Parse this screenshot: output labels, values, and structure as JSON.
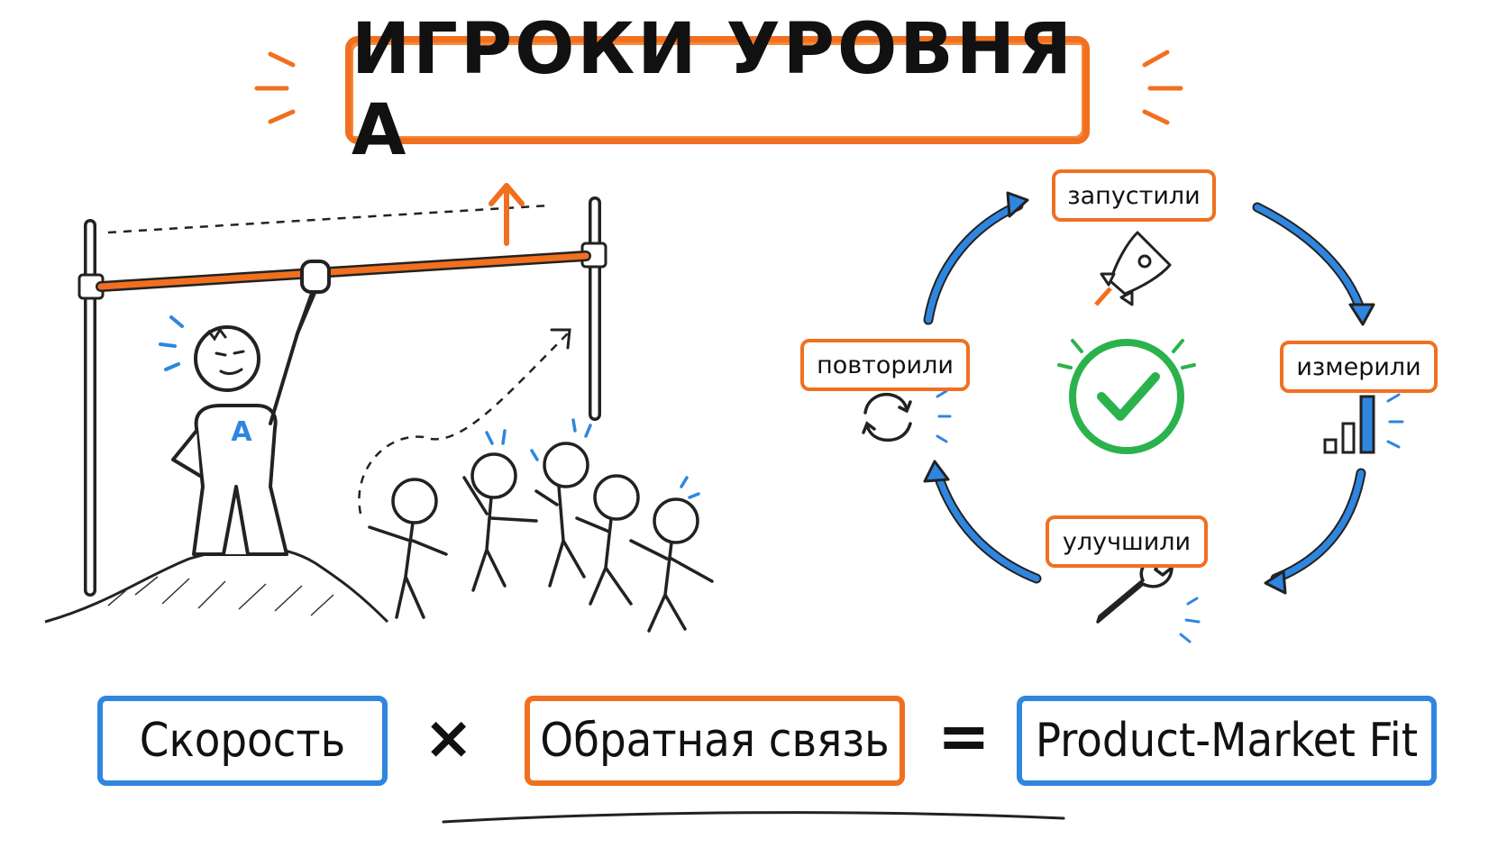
{
  "title": "ИГРОКИ УРОВНЯ А",
  "hero_badge": "A",
  "cycle": {
    "steps": [
      "запустили",
      "измерили",
      "улучшили",
      "повторили"
    ],
    "icons": [
      "rocket-icon",
      "bar-chart-icon",
      "wrench-icon",
      "refresh-icon"
    ],
    "center_icon": "check-circle-icon"
  },
  "formula": {
    "term1": "Скорость",
    "operator1": "×",
    "term2": "Обратная связь",
    "operator2": "=",
    "result": "Product-Market Fit"
  },
  "colors": {
    "orange": "#f07020",
    "blue": "#2f86e0",
    "green": "#2bb24c",
    "ink": "#111111"
  }
}
